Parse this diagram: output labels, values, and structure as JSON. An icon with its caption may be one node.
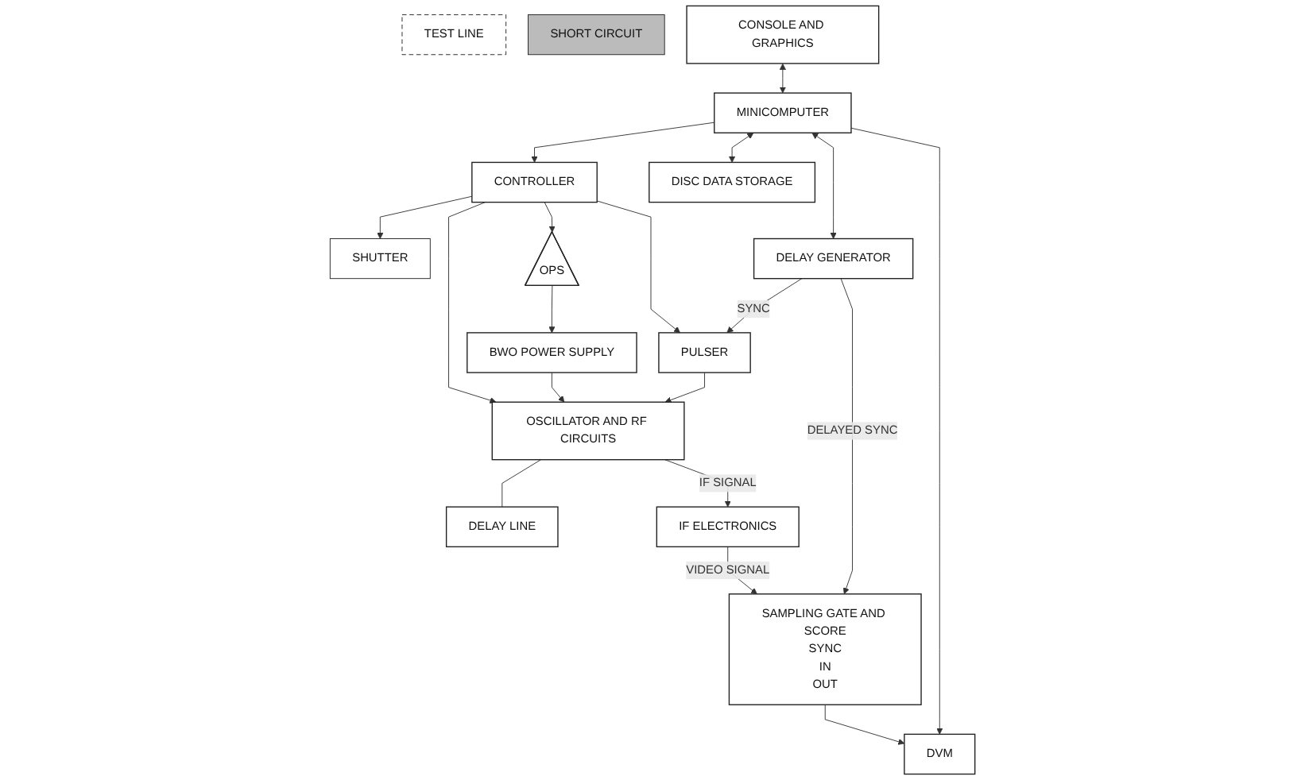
{
  "diagram": {
    "nodes": [
      {
        "text": [
          "BWO POWER SUPPLY"
        ]
      },
      {
        "text": [
          "OSCILLATOR AND RF CIRCUITS"
        ]
      },
      {
        "text": [
          "DELAY LINE"
        ]
      },
      {
        "text": [
          "SHUTTER"
        ]
      },
      {
        "text": [
          "TEST LINE"
        ]
      },
      {
        "text": [
          "SHORT CIRCUIT"
        ]
      },
      {
        "text": [
          "OPS"
        ]
      },
      {
        "text": [
          "SAMPLING GATE AND SCORE",
          "SYNC",
          "IN",
          "OUT"
        ]
      },
      {
        "text": [
          "IF ELECTRONICS"
        ]
      },
      {
        "text": [
          "PULSER"
        ]
      },
      {
        "text": [
          "CONTROLLER"
        ]
      },
      {
        "text": [
          "DELAY GENERATOR"
        ]
      },
      {
        "text": [
          "DVM"
        ]
      },
      {
        "text": [
          "CONSOLE AND GRAPHICS"
        ]
      },
      {
        "text": [
          "MINICOMPUTER"
        ]
      },
      {
        "text": [
          "DISC DATA STORAGE"
        ]
      }
    ],
    "edges": [
      {
        "from": 10,
        "to": 3,
        "arrow": "to"
      },
      {
        "from": 10,
        "to": 1,
        "arrow": "to"
      },
      {
        "from": 10,
        "to": 6,
        "arrow": "to"
      },
      {
        "from": 10,
        "to": 9,
        "arrow": "to"
      },
      {
        "from": 6,
        "to": 0,
        "arrow": "to"
      },
      {
        "from": 0,
        "to": 1,
        "arrow": "to"
      },
      {
        "from": 9,
        "to": 1,
        "arrow": "to"
      },
      {
        "from": 1,
        "to": 2,
        "arrow": "none"
      },
      {
        "from": 1,
        "to": 8,
        "label": "IF SIGNAL",
        "arrow": "to"
      },
      {
        "from": 8,
        "to": 7,
        "label": "VIDEO SIGNAL",
        "arrow": "to"
      },
      {
        "from": 11,
        "to": 9,
        "label": "SYNC",
        "arrow": "to"
      },
      {
        "from": 11,
        "to": 7,
        "label": "DELAYED SYNC",
        "arrow": "to"
      },
      {
        "from": 7,
        "to": 12,
        "arrow": "to"
      },
      {
        "from": 14,
        "to": 11,
        "arrow": "both"
      },
      {
        "from": 14,
        "to": 10,
        "arrow": "to"
      },
      {
        "from": 14,
        "to": 12,
        "arrow": "to"
      },
      {
        "from": 13,
        "to": 14,
        "arrow": "both"
      },
      {
        "from": 14,
        "to": 15,
        "arrow": "both"
      }
    ]
  }
}
